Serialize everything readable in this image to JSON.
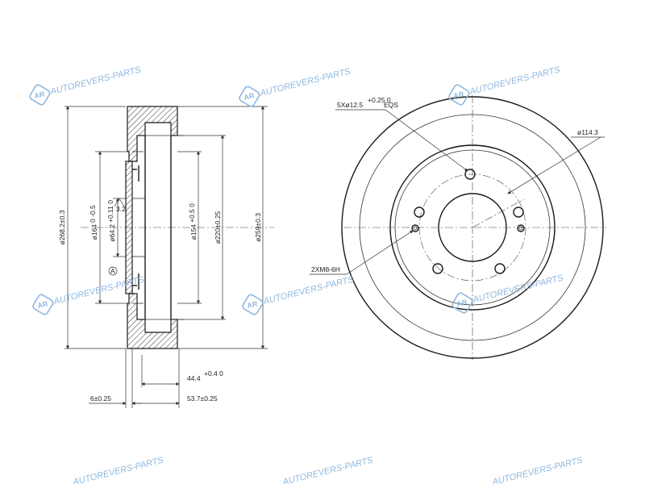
{
  "watermark": {
    "text": "AUTOREVERS-PARTS",
    "glyph": "AR",
    "color": "#8fb8e0"
  },
  "side_view": {
    "dims": {
      "outer_diameter": "ø268.2±0.3",
      "hub_bore_main": "ø164",
      "hub_bore_tol": "0 -0.5",
      "center_bore_main": "ø64.2",
      "center_bore_tol": "+0.11 0",
      "pilot_main": "ø154",
      "pilot_tol": "+0.5 0",
      "drum_inner": "ø220±0.25",
      "drum_outer": "ø259±0.3",
      "height_main": "44.4",
      "height_tol": "+0.4 0",
      "flange_thickness": "6±0.25",
      "overall_height": "53.7±0.25",
      "surface_mark": "3.2",
      "datum": "A"
    }
  },
  "front_view": {
    "dims": {
      "holes_main": "5Xø12.5",
      "holes_tol": "+0.25 0",
      "holes_suffix": "EQS",
      "pcd": "ø114.3",
      "threads": "2XM8-6H"
    }
  }
}
